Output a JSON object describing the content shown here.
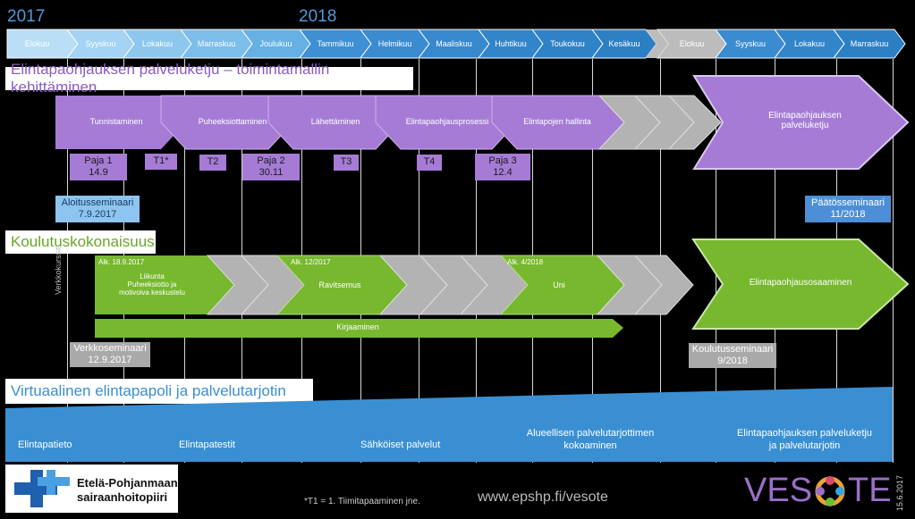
{
  "years": {
    "y2017": "2017",
    "y2018": "2018"
  },
  "months": [
    "Elokuu",
    "Syyskuu",
    "Lokakuu",
    "Marraskuu",
    "Joulukuu",
    "Tammikuu",
    "Helmikuu",
    "Maaliskuu",
    "Huhtikuu",
    "Toukokuu",
    "Kesäkuu",
    "Elokuu",
    "Syyskuu",
    "Lokakuu",
    "Marraskuu"
  ],
  "section1": {
    "title": "Elintapaohjauksen palveluketju – toimintamallin kehittäminen",
    "steps": [
      "Tunnistaminen",
      "Puheeksiottaminen",
      "Lähettäminen",
      "Elintapaohjausprosessi",
      "Elintapojen hallinta"
    ],
    "final": "Elintapaohjauksen palveluketju",
    "paja1": {
      "a": "Paja 1",
      "b": "14.9"
    },
    "t1": "T1*",
    "t2": "T2",
    "paja2": {
      "a": "Paja 2",
      "b": "30.11"
    },
    "t3": "T3",
    "t4": "T4",
    "paja3": {
      "a": "Paja 3",
      "b": "12.4"
    },
    "start_seminar": {
      "a": "Aloitusseminaari",
      "b": "7.9.2017"
    },
    "end_seminar": {
      "a": "Päätösseminaari",
      "b": "11/2018"
    }
  },
  "section2": {
    "title": "Koulutuskokonaisuus",
    "side_label": "Verkkokurssit",
    "c1": {
      "date": "Alk. 18.9.2017",
      "l1": "Liikunta",
      "l2": "Puheeksiotto ja",
      "l3": "motivoiva keskustelu"
    },
    "c2": {
      "date": "Alk. 12/2017",
      "label": "Ravitsemus"
    },
    "c3": {
      "date": "Alk. 4/2018",
      "label": "Uni"
    },
    "final": "Elintapaohjausosaaminen",
    "kirjaaminen": "Kirjaaminen",
    "web_seminar": {
      "a": "Verkkoseminaari",
      "b": "12.9.2017"
    },
    "training_seminar": {
      "a": "Koulutusseminaari",
      "b": "9/2018"
    }
  },
  "section3": {
    "title": "Virtuaalinen elintapapoli ja palvelutarjotin",
    "items": [
      "Elintapatieto",
      "Elintapatestit",
      "Sähköiset palvelut"
    ],
    "item4": {
      "a": "Alueellisen palvelutarjottimen",
      "b": "kokoaminen"
    },
    "item5": {
      "a": "Elintapaohjauksen palveluketju",
      "b": "ja palvelutarjotin"
    }
  },
  "footer": {
    "org_line1": "Etelä-Pohjanmaan",
    "org_line2": "sairaanhoitopiiri",
    "footnote": "*T1 = 1. Tiimitapaaminen jne.",
    "url": "www.epshp.fi/vesote",
    "brand": "VES",
    "brand_end": "TE",
    "date": "15.6.2017"
  },
  "colors": {
    "purple": "#a67bd6",
    "green": "#77b82f",
    "blue": "#3a8fd2",
    "gray": "#a9a9a9"
  }
}
